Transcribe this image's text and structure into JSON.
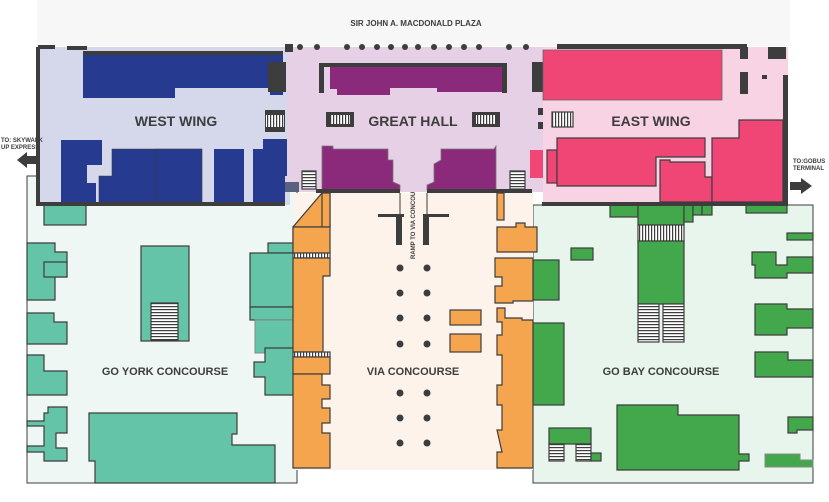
{
  "map": {
    "plaza_label": "SIR JOHN A. MACDONALD PLAZA",
    "areas": {
      "west_wing": "WEST WING",
      "great_hall": "GREAT HALL",
      "east_wing": "EAST WING",
      "go_york": "GO YORK CONCOURSE",
      "via": "VIA CONCOURSE",
      "go_bay": "GO BAY CONCOURSE"
    },
    "ramp_label": "RAMP TO VIA CONCOURSE",
    "exits": {
      "west_line1": "TO: SKYWALK",
      "west_line2": "UP EXPRESS",
      "east_line1": "TO:GOBUS",
      "east_line2": "TERMINAL"
    }
  },
  "colors": {
    "west_wing_bg": "#d5d8ea",
    "west_wing_unit": "#263a8f",
    "great_hall_bg": "#e6d0e5",
    "great_hall_unit": "#8b2a7a",
    "east_wing_bg": "#f8d3e4",
    "east_wing_unit": "#ef4676",
    "york_bg": "#eef7f3",
    "york_unit": "#63c4a7",
    "via_bg": "#fdf3ea",
    "via_unit": "#f5a54d",
    "bay_bg": "#e8f5ec",
    "bay_unit": "#43a84c",
    "wall": "#3d3d3d"
  }
}
